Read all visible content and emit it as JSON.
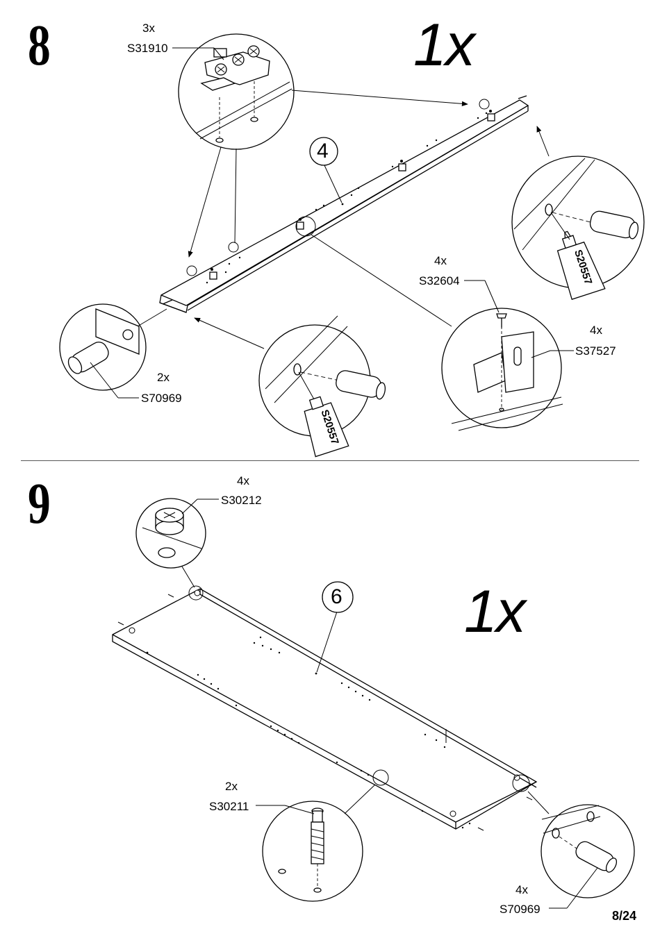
{
  "page": {
    "number": "8/24"
  },
  "step8": {
    "number": "8",
    "quantity": "1x",
    "part_number": "4",
    "callouts": {
      "hinge_plate": {
        "qty": "3x",
        "code": "S31910"
      },
      "dowel": {
        "qty": "2x",
        "code": "S70969"
      },
      "screw": {
        "qty": "4x",
        "code": "S32604"
      },
      "bracket": {
        "qty": "4x",
        "code": "S37527"
      }
    },
    "glue_label": "S20557"
  },
  "step9": {
    "number": "9",
    "quantity": "1x",
    "part_number": "6",
    "callouts": {
      "cam_lock": {
        "qty": "4x",
        "code": "S30212"
      },
      "cam_bolt": {
        "qty": "2x",
        "code": "S30211"
      },
      "dowel": {
        "qty": "4x",
        "code": "S70969"
      }
    }
  }
}
